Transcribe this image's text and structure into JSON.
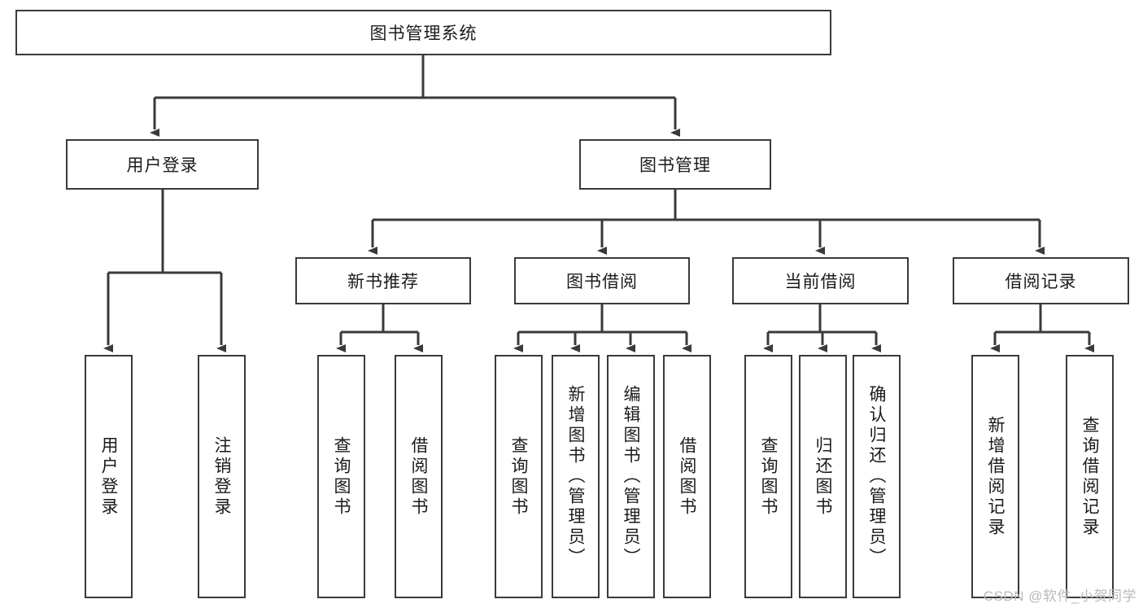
{
  "diagram": {
    "type": "tree",
    "title": "图书管理系统",
    "watermark": "CSDN @软件_小贺同学",
    "colors": {
      "stroke": "#3a3a3a",
      "fill": "#ffffff",
      "text": "#1b1b1b",
      "watermark": "#b9b9b9"
    },
    "root": {
      "label": "图书管理系统",
      "orientation": "horizontal"
    },
    "level1": [
      {
        "label": "用户登录",
        "orientation": "horizontal"
      },
      {
        "label": "图书管理",
        "orientation": "horizontal"
      }
    ],
    "level2": [
      {
        "label": "新书推荐",
        "orientation": "horizontal",
        "parent": "图书管理"
      },
      {
        "label": "图书借阅",
        "orientation": "horizontal",
        "parent": "图书管理"
      },
      {
        "label": "当前借阅",
        "orientation": "horizontal",
        "parent": "图书管理"
      },
      {
        "label": "借阅记录",
        "orientation": "horizontal",
        "parent": "图书管理"
      }
    ],
    "leaves": {
      "用户登录": [
        {
          "label": "用户登录",
          "orientation": "vertical"
        },
        {
          "label": "注销登录",
          "orientation": "vertical"
        }
      ],
      "新书推荐": [
        {
          "label": "查询图书",
          "orientation": "vertical"
        },
        {
          "label": "借阅图书",
          "orientation": "vertical"
        }
      ],
      "图书借阅": [
        {
          "label": "查询图书",
          "orientation": "vertical"
        },
        {
          "label": "新增图书（管理员）",
          "orientation": "vertical"
        },
        {
          "label": "编辑图书（管理员）",
          "orientation": "vertical"
        },
        {
          "label": "借阅图书",
          "orientation": "vertical"
        }
      ],
      "当前借阅": [
        {
          "label": "查询图书",
          "orientation": "vertical"
        },
        {
          "label": "归还图书",
          "orientation": "vertical"
        },
        {
          "label": "确认归还（管理员）",
          "orientation": "vertical"
        }
      ],
      "借阅记录": [
        {
          "label": "新增借阅记录",
          "orientation": "vertical"
        },
        {
          "label": "查询借阅记录",
          "orientation": "vertical"
        }
      ]
    }
  },
  "nodes": {
    "root": "图书管理系统",
    "user_login": "用户登录",
    "book_manage": "图书管理",
    "new_book_rec": "新书推荐",
    "book_borrow": "图书借阅",
    "current_borrow": "当前借阅",
    "borrow_record": "借阅记录",
    "leaf_user_login": "用户登录",
    "leaf_user_logout": "注销登录",
    "leaf_rec_query": "查询图书",
    "leaf_rec_borrow": "借阅图书",
    "leaf_borrow_query": "查询图书",
    "leaf_borrow_add": "新增图书（管理员）",
    "leaf_borrow_edit": "编辑图书（管理员）",
    "leaf_borrow_borrow": "借阅图书",
    "leaf_cur_query": "查询图书",
    "leaf_cur_return": "归还图书",
    "leaf_cur_confirm": "确认归还（管理员）",
    "leaf_rec_add": "新增借阅记录",
    "leaf_rec_query_record": "查询借阅记录"
  },
  "watermark": {
    "text": "CSDN @软件_小贺同学"
  }
}
